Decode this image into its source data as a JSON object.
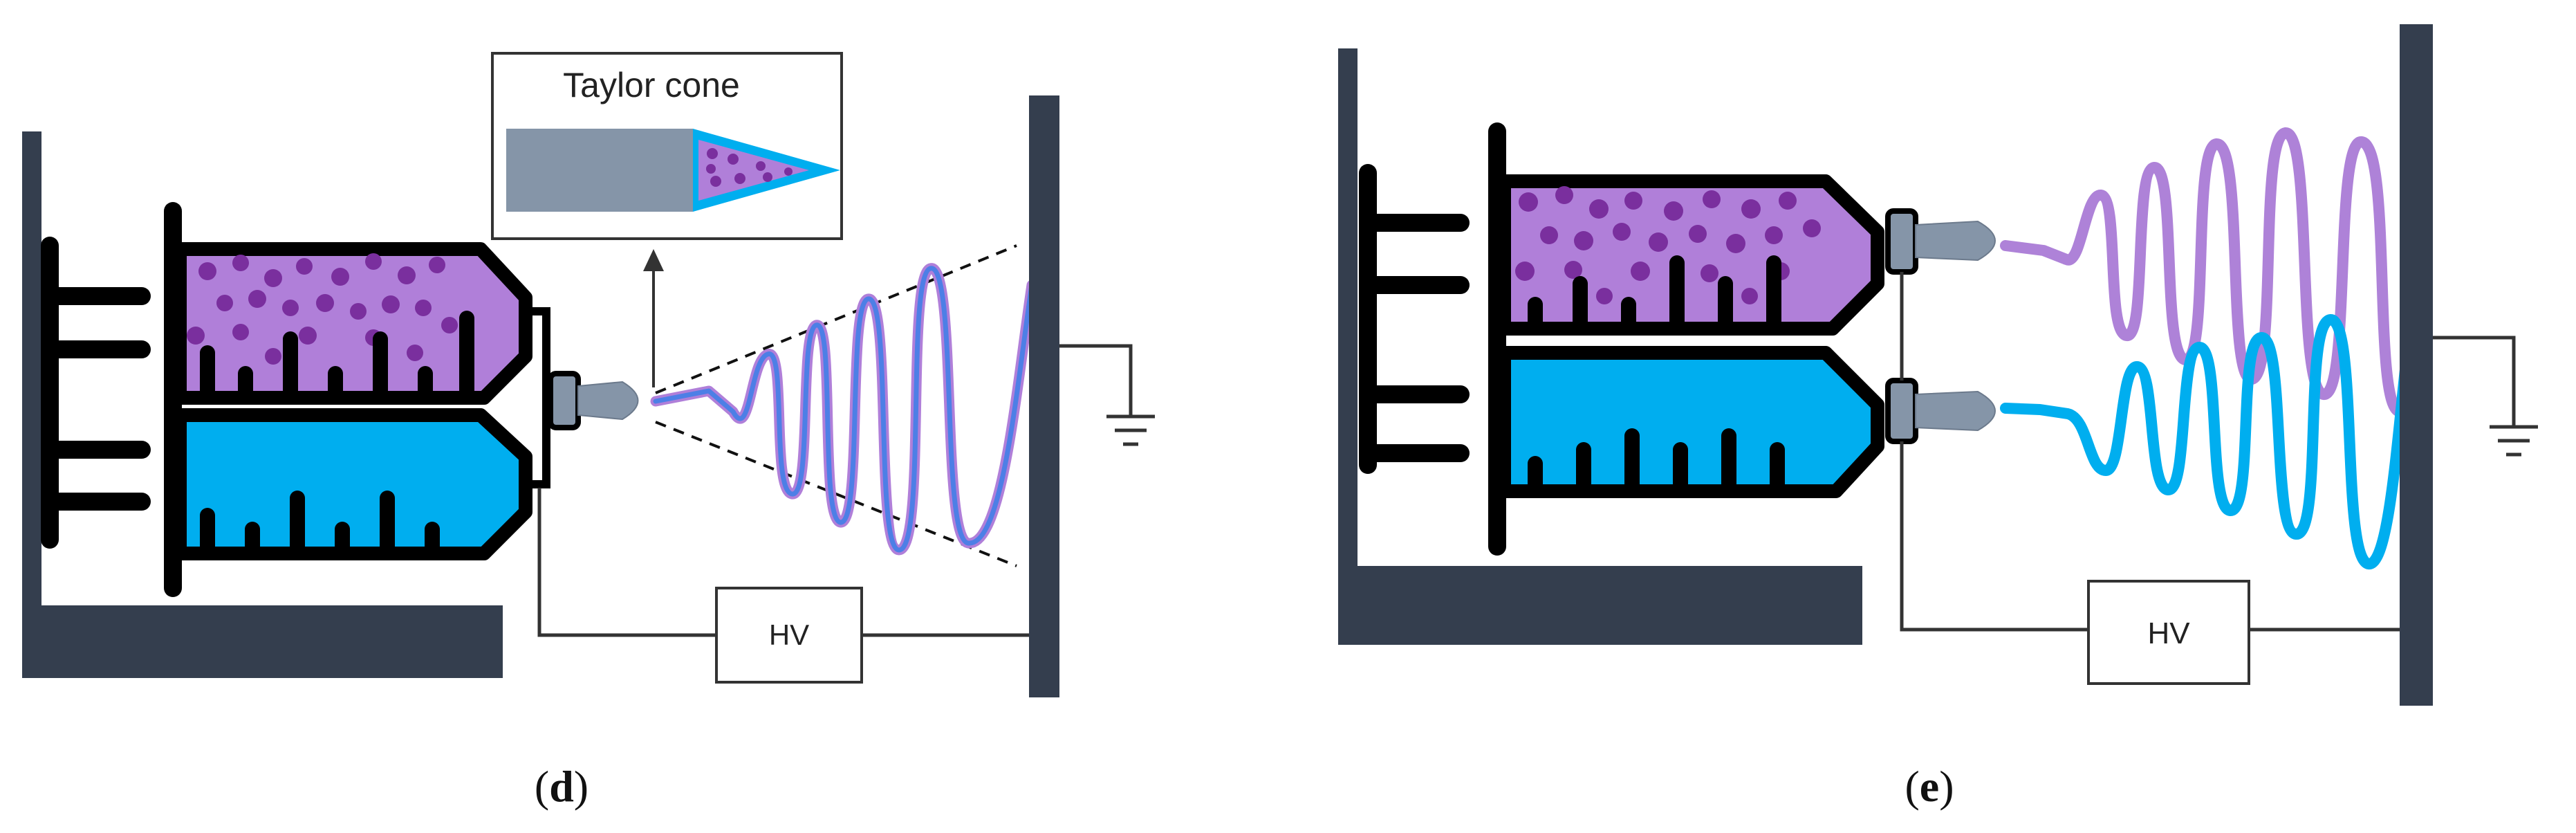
{
  "panel_d": {
    "inset_label": "Taylor cone",
    "hv_label": "HV",
    "caption_open": "(",
    "caption_letter": "d",
    "caption_close": ")"
  },
  "panel_e": {
    "hv_label": "HV",
    "caption_open": "(",
    "caption_letter": "e",
    "caption_close": ")"
  },
  "colors": {
    "frame": "#343e4e",
    "outline": "#000000",
    "purple": "#b07fd9",
    "purple_fiber": "#ae82d8",
    "dot": "#7a2f9e",
    "blue": "#00aeef",
    "nozzle": "#8595a8",
    "wire": "#3a3a3a",
    "fiber_d": "#4d7fe6"
  }
}
